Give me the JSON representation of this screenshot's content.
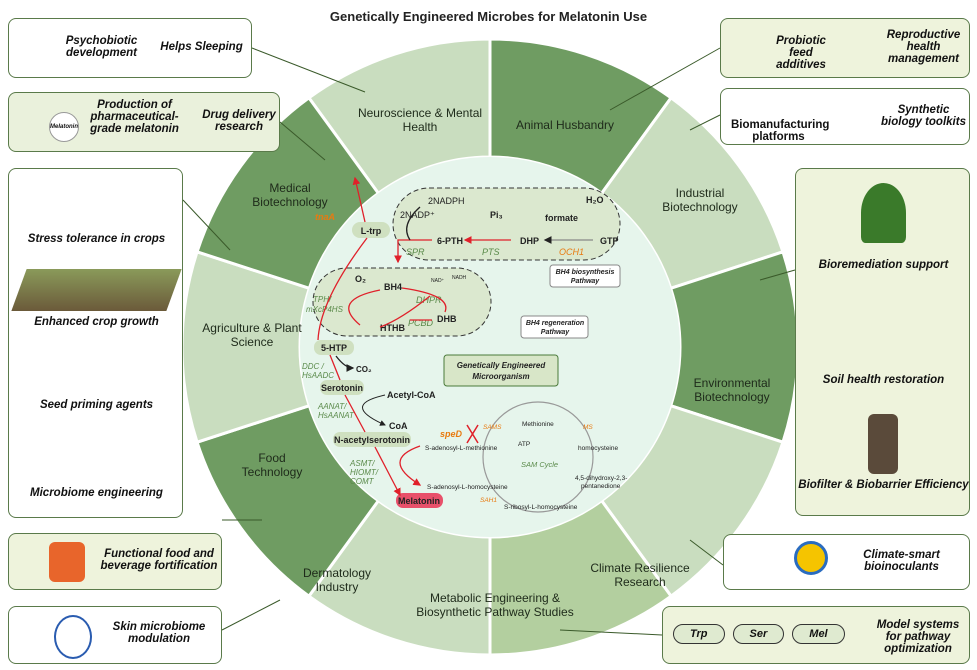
{
  "title": "Genetically Engineered Microbes for Melatonin Use",
  "segments": [
    {
      "label": "Neuroscience & Mental Health",
      "color": "#c9ddbf"
    },
    {
      "label": "Animal Husbandry",
      "color": "#6f9c62"
    },
    {
      "label": "Industrial Biotechnology",
      "color": "#c9ddbf"
    },
    {
      "label": "Environmental Biotechnology",
      "color": "#6f9c62"
    },
    {
      "label": "Climate Resilience Research",
      "color": "#c9ddbf"
    },
    {
      "label": "Metabolic Engineering & Biosynthetic Pathway Studies",
      "color": "#b3cf9f"
    },
    {
      "label": "Dermatology Industry",
      "color": "#c9ddbf"
    },
    {
      "label": "Food Technology",
      "color": "#6f9c62"
    },
    {
      "label": "Agriculture & Plant Science",
      "color": "#c9ddbf"
    },
    {
      "label": "Medical Biotechnology",
      "color": "#6f9c62"
    }
  ],
  "left_boxes": {
    "b1": [
      "Psychobiotic development",
      "Helps Sleeping"
    ],
    "b2": [
      "Production of pharmaceutical-grade melatonin",
      "Drug delivery research",
      "Melatonin"
    ],
    "b3": [
      "Stress  tolerance in crops",
      "Enhanced crop growth",
      "Seed priming agents",
      "Microbiome engineering"
    ],
    "b4": [
      "Functional food and beverage fortification"
    ],
    "b5": [
      "Skin microbiome modulation"
    ]
  },
  "right_boxes": {
    "b1": [
      "Probiotic feed additives",
      "Reproductive health management"
    ],
    "b2": [
      "Biomanufacturing platforms",
      "Synthetic biology toolkits"
    ],
    "b3": [
      "Bioremediation support",
      "Soil health restoration",
      "Biofilter & Biobarrier Efficiency"
    ],
    "b4": [
      "Climate-smart bioinoculants"
    ],
    "b5": {
      "pills": [
        "Trp",
        "Ser",
        "Mel"
      ],
      "text": "Model systems for pathway optimization"
    }
  },
  "pathway": {
    "ltrp": "L-trp",
    "tnaA": "tnaA",
    "nadph": "2NADPH",
    "nadp": "2NADP⁺",
    "pth": "6-PTH",
    "pi": "Pi₃",
    "dhp": "DHP",
    "formate": "formate",
    "h2o": "H₂O",
    "gtp": "GTP",
    "spr": "SPR",
    "pts": "PTS",
    "och1": "OCH1",
    "bh4_syn": [
      "BH4 biosynthesis",
      "Pathway"
    ],
    "o2": "O₂",
    "bh4": "BH4",
    "nad": "NAD⁺",
    "nadh": "NADH",
    "dhpr": "DHPR",
    "tph": [
      "TPH/",
      "mXcP4HS"
    ],
    "hthb": "HTHB",
    "pcbd": "PCBD",
    "dhb": "DHB",
    "bh4_reg": [
      "BH4 regeneration",
      "Pathway"
    ],
    "htp": "5-HTP",
    "ddc": [
      "DDC /",
      "HsAADC"
    ],
    "co2": "CO₂",
    "serotonin": "Serotonin",
    "acetyl": "Acetyl-CoA",
    "coa": "CoA",
    "aanat": [
      "AANAT/",
      "HsAANAT"
    ],
    "nas": "N-acetylserotonin",
    "asmt": [
      "ASMT/",
      "HIOMT/",
      "COMT"
    ],
    "melatonin": "Melatonin",
    "gem": [
      "Genetically Engineered",
      "Microorganism"
    ],
    "speD": "speD",
    "sams": "SAMS",
    "methionine": "Methionine",
    "ms": "MS",
    "atp": "ATP",
    "sam": "S-adenosyl-L-methionine",
    "homocys": "homocysteine",
    "samcycle": "SAM Cycle",
    "dpd": [
      "4,5-dihydroxy-2,3-",
      "pentanedione"
    ],
    "sah": "S-adenosyl-L-homocysteine",
    "sah1": "SAH1",
    "srh": "S-ribosyl-L-homocysteine"
  }
}
